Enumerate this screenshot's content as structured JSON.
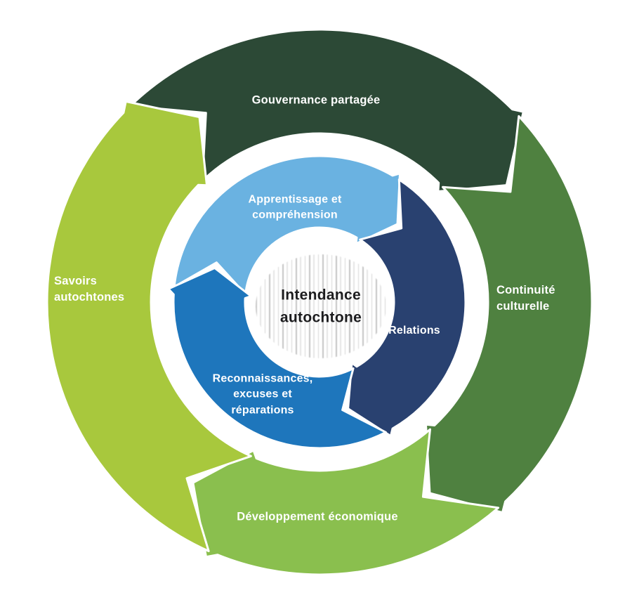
{
  "diagram": {
    "title_center": {
      "label": "Intendance\nautochtone",
      "text_color": "#1c1c1e",
      "bg_color": "#ffffff"
    },
    "label_color": "#ffffff",
    "flow_direction": "clockwise",
    "outer_ring": [
      {
        "id": "gouvernance",
        "label": "Gouvernance partagée",
        "color": "#2c4936"
      },
      {
        "id": "continuite",
        "label": "Continuité\nculturelle",
        "color": "#4f8140"
      },
      {
        "id": "developpement",
        "label": "Développement économique",
        "color": "#8abf4e"
      },
      {
        "id": "savoirs",
        "label": "Savoirs\nautochtones",
        "color": "#a8c83d"
      }
    ],
    "inner_ring": [
      {
        "id": "apprentissage",
        "label": "Apprentissage et\ncompréhension",
        "color": "#6ab2e1"
      },
      {
        "id": "relations",
        "label": "Relations",
        "color": "#294170"
      },
      {
        "id": "reconnaissances",
        "label": "Reconnaissances,\nexcuses et\nréparations",
        "color": "#1e76bc"
      }
    ]
  }
}
